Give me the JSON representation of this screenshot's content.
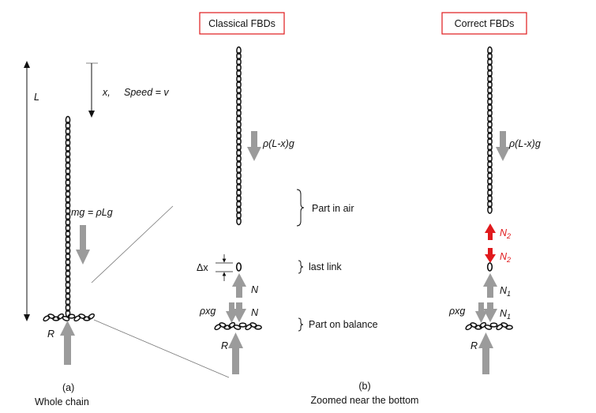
{
  "colors": {
    "arrow": "#9b9b9b",
    "highlight": "#e0191c",
    "ink": "#111111",
    "guide": "#888888"
  },
  "panel_a": {
    "L": "L",
    "x_label": "x,",
    "speed_label": "Speed = v",
    "weight_label": "mg = ρLg",
    "R": "R",
    "tag": "(a)",
    "caption": "Whole chain"
  },
  "classical": {
    "header": "Classical  FBDs",
    "weight_upper": "ρ(L-x)g",
    "dx": "Δx",
    "N_top": "N",
    "N_bottom": "N",
    "rho_xg": "ρxg",
    "R": "R"
  },
  "correct": {
    "header": "Correct  FBDs",
    "weight_upper": "ρ(L-x)g",
    "N2_base": "N",
    "N2_sub": "2",
    "N1_base": "N",
    "N1_sub": "1",
    "rho_xg": "ρxg",
    "R": "R"
  },
  "annotations": {
    "part_in_air": "Part in air",
    "last_link": "last link",
    "part_on_balance": "Part on balance"
  },
  "panel_b": {
    "tag": "(b)",
    "caption": "Zoomed near the bottom"
  }
}
